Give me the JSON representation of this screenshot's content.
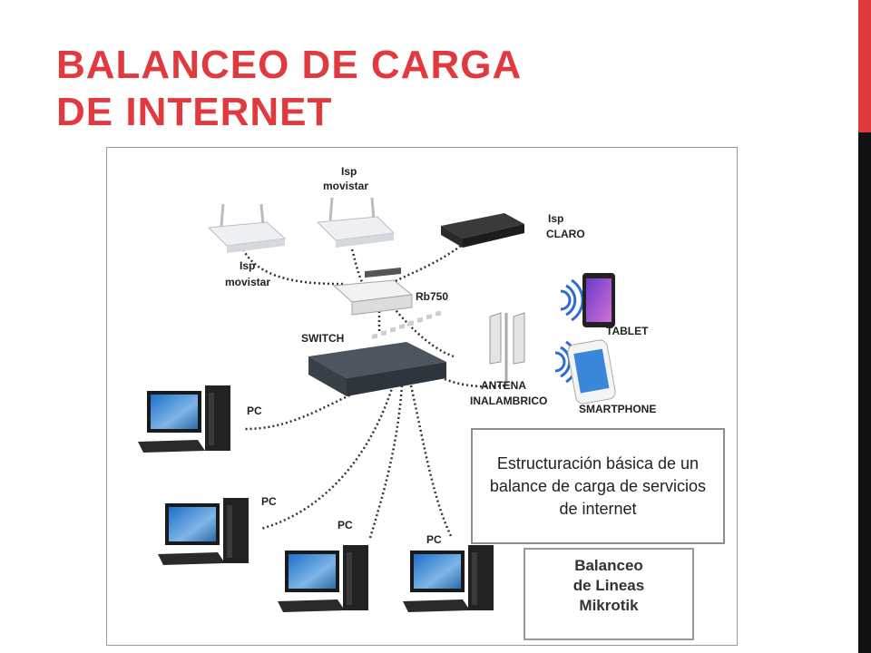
{
  "slide": {
    "title_line1": "BALANCEO DE CARGA",
    "title_line2": "DE INTERNET",
    "accent_color": "#e03a3e"
  },
  "diagram": {
    "labels": {
      "isp_top": "Isp",
      "movistar_top": "movistar",
      "isp_left": "Isp",
      "movistar_left": "movistar",
      "isp_claro": "Isp",
      "claro": "CLARO",
      "router": "Rb750",
      "switch": "SWITCH",
      "tablet": "TABLET",
      "antena": "ANTENA",
      "inalambrico": "INALAMBRICO",
      "smartphone": "SMARTPHONE",
      "pc1": "PC",
      "pc2": "PC",
      "pc3": "PC",
      "pc4": "PC"
    },
    "badge": {
      "line1": "Balanceo",
      "line2": "de Lineas",
      "line3": "Mikrotik"
    },
    "caption": "Estructuración básica de un balance de carga de servicios de internet"
  }
}
